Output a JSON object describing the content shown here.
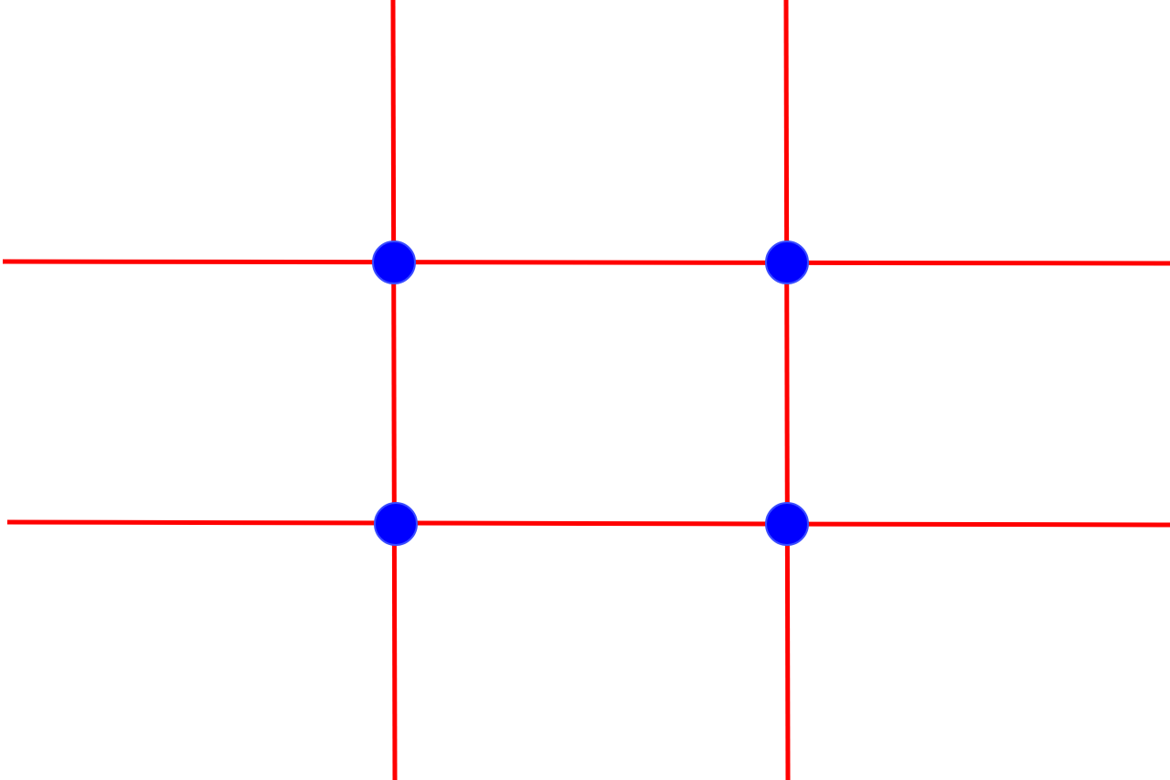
{
  "diagram": {
    "kind": "rule-of-thirds grid",
    "vertical_line_count": 2,
    "horizontal_line_count": 2,
    "intersection_point_count": 4
  },
  "colors": {
    "background": "#ffffff",
    "grid_line": "#ff0000",
    "point_fill": "#0000ff",
    "point_stroke": "#3a4cff"
  }
}
